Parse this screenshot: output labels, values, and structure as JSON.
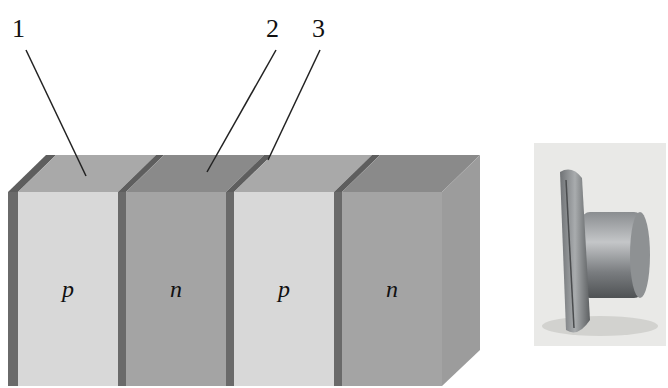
{
  "diagram": {
    "nodes": [
      {
        "text": [
          "p"
        ]
      },
      {
        "text": [
          "n"
        ]
      },
      {
        "text": [
          "p"
        ]
      },
      {
        "text": [
          "n"
        ]
      }
    ],
    "labels": [
      "1",
      "2",
      "3"
    ]
  }
}
